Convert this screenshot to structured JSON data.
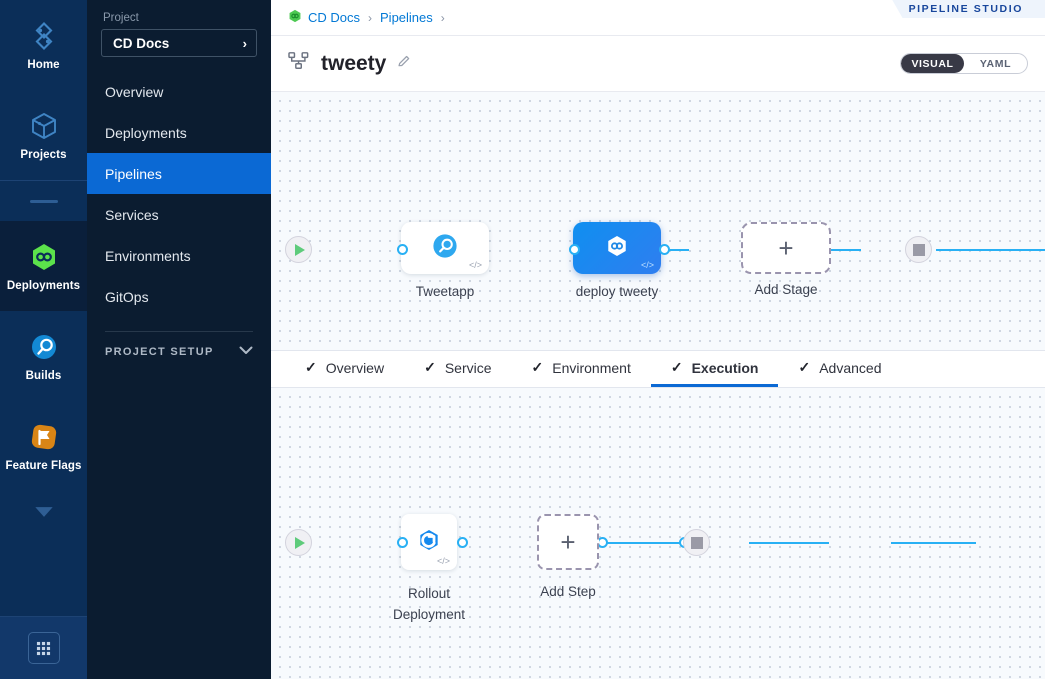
{
  "rail": {
    "items": [
      {
        "label": "Home",
        "icon": "home-diamond-icon",
        "active": false
      },
      {
        "label": "Projects",
        "icon": "cube-icon",
        "active": false
      },
      {
        "label": "Deployments",
        "icon": "cd-hexagon-icon",
        "active": true
      },
      {
        "label": "Builds",
        "icon": "ci-circle-icon",
        "active": false
      },
      {
        "label": "Feature Flags",
        "icon": "flag-icon",
        "active": false
      }
    ],
    "collapse_icon": "chevron-down-icon",
    "apps_icon": "grid-apps-icon"
  },
  "sidebar": {
    "section_label": "Project",
    "project_name": "CD Docs",
    "project_chevron": "›",
    "items": [
      {
        "label": "Overview",
        "active": false
      },
      {
        "label": "Deployments",
        "active": false
      },
      {
        "label": "Pipelines",
        "active": true
      },
      {
        "label": "Services",
        "active": false
      },
      {
        "label": "Environments",
        "active": false
      },
      {
        "label": "GitOps",
        "active": false
      }
    ],
    "setup_label": "PROJECT SETUP",
    "setup_chevron": "chevron-down-icon"
  },
  "header": {
    "breadcrumb": [
      {
        "label": "CD Docs",
        "link": true
      },
      {
        "label": "Pipelines",
        "link": true
      }
    ],
    "separator": "›",
    "studio_badge": "PIPELINE STUDIO",
    "pipeline_icon": "pipeline-nodes-icon",
    "pipeline_name": "tweety",
    "edit_icon": "pencil-icon",
    "view_toggle": {
      "options": [
        "VISUAL",
        "YAML"
      ],
      "selected": "VISUAL"
    }
  },
  "tabs": [
    {
      "label": "Overview",
      "check": "✓",
      "active": false
    },
    {
      "label": "Service",
      "check": "✓",
      "active": false
    },
    {
      "label": "Environment",
      "check": "✓",
      "active": false
    },
    {
      "label": "Execution",
      "check": "✓",
      "active": true
    },
    {
      "label": "Advanced",
      "check": "✓",
      "active": false
    }
  ],
  "stage_canvas": {
    "start_icon": "play-icon",
    "end_icon": "stop-icon",
    "stages": [
      {
        "label": "Tweetapp",
        "icon": "ci-stage-icon",
        "selected": false,
        "code_badge": "</>"
      },
      {
        "label": "deploy tweety",
        "icon": "cd-stage-icon",
        "selected": true,
        "code_badge": "</>"
      }
    ],
    "add_label": "Add Stage",
    "add_icon": "plus-icon"
  },
  "step_canvas": {
    "start_icon": "play-icon",
    "end_icon": "stop-icon",
    "steps": [
      {
        "label": "Rollout Deployment",
        "icon": "rollout-icon",
        "code_badge": "</>"
      }
    ],
    "add_label": "Add Step",
    "add_icon": "plus-icon"
  },
  "colors": {
    "accent_blue": "#0b69d4",
    "link_blue": "#0278d5",
    "connector_blue": "#28b0f4",
    "cd_green": "#4dc952",
    "rail_bg": "#0b2e58",
    "sidebar_bg": "#0b1c30",
    "canvas_bg": "#f7fafd"
  }
}
